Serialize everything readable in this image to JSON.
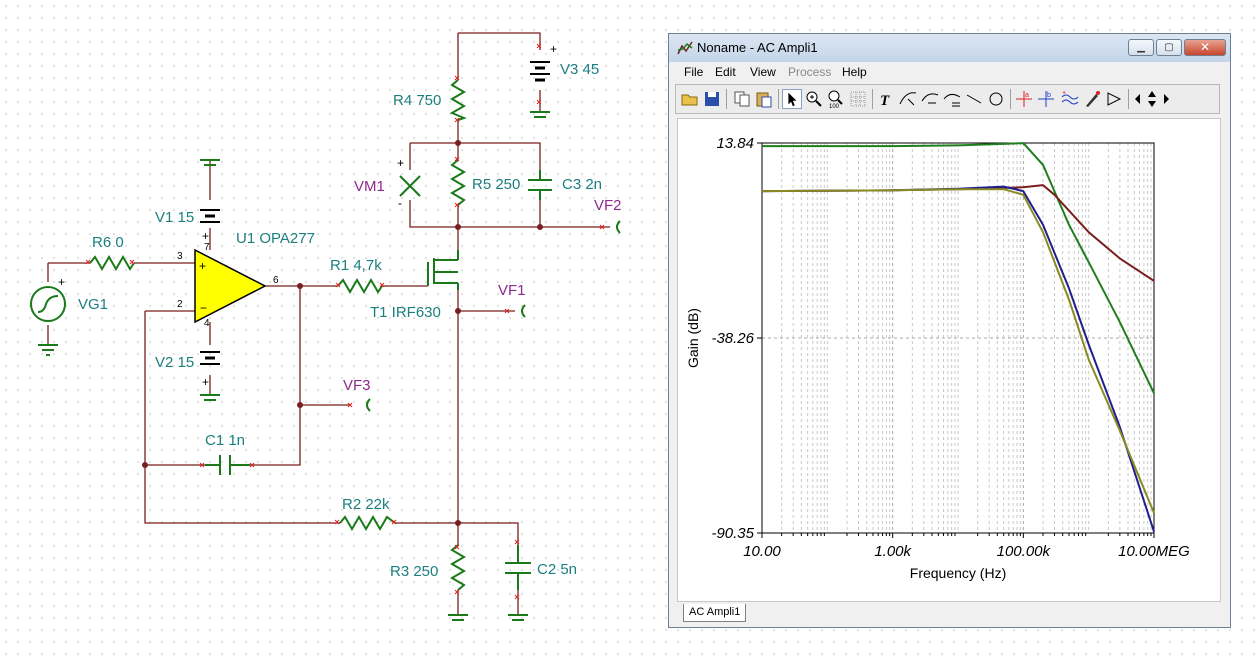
{
  "schematic": {
    "components": {
      "r6": "R6 0",
      "vg1": "VG1",
      "v1": "V1 15",
      "v2": "V2 15",
      "u1": "U1 OPA277",
      "r1": "R1 4,7k",
      "r4": "R4 750",
      "v3": "V3 45",
      "r5": "R5 250",
      "c3": "C3 2n",
      "vm1": "VM1",
      "t1": "T1 IRF630",
      "c1": "C1 1n",
      "r2": "R2 22k",
      "r3": "R3 250",
      "c2": "C2 5n"
    },
    "probes": {
      "vf1": "VF1",
      "vf2": "VF2",
      "vf3": "VF3"
    },
    "pins": {
      "p3": "3",
      "p2": "2",
      "p6": "6",
      "p7": "7",
      "p4": "4"
    }
  },
  "window": {
    "title": "Noname - AC Ampli1",
    "menu": [
      "File",
      "Edit",
      "View",
      "Process",
      "Help"
    ],
    "disabled_menu": "Process",
    "tab": "AC Ampli1"
  },
  "chart_data": {
    "type": "line",
    "xlabel": "Frequency (Hz)",
    "ylabel": "Gain (dB)",
    "xscale": "log",
    "xlim": [
      10,
      10000000
    ],
    "ylim": [
      -90.35,
      13.84
    ],
    "x_ticks": [
      "10.00",
      "1.00k",
      "100.00k",
      "10.00MEG"
    ],
    "y_ticks": [
      "13.84",
      "-38.26",
      "-90.35"
    ],
    "grid": true,
    "series": [
      {
        "color": "#1f7f1f",
        "x": [
          10,
          1000,
          10000,
          50000,
          100000,
          200000,
          500000,
          1000000,
          3000000,
          10000000
        ],
        "y": [
          13.0,
          13.0,
          13.2,
          13.6,
          13.8,
          8.0,
          -8.0,
          -18.0,
          -34.0,
          -53.0
        ]
      },
      {
        "color": "#7a1f1f",
        "x": [
          10,
          1000,
          10000,
          100000,
          200000,
          300000,
          1000000,
          3000000,
          10000000
        ],
        "y": [
          1.0,
          1.2,
          1.5,
          2.0,
          2.6,
          0.0,
          -10.0,
          -17.0,
          -23.0
        ]
      },
      {
        "color": "#1f1f8f",
        "x": [
          10,
          1000,
          10000,
          50000,
          100000,
          200000,
          500000,
          1000000,
          3000000,
          10000000
        ],
        "y": [
          1.0,
          1.2,
          1.6,
          2.2,
          1.0,
          -8.0,
          -25.0,
          -40.0,
          -62.0,
          -90.0
        ]
      },
      {
        "color": "#8a8a22",
        "x": [
          10,
          1000,
          10000,
          50000,
          100000,
          200000,
          500000,
          1000000,
          3000000,
          10000000
        ],
        "y": [
          1.0,
          1.2,
          1.5,
          1.5,
          0.0,
          -10.0,
          -28.0,
          -44.0,
          -63.0,
          -85.0
        ]
      }
    ]
  }
}
